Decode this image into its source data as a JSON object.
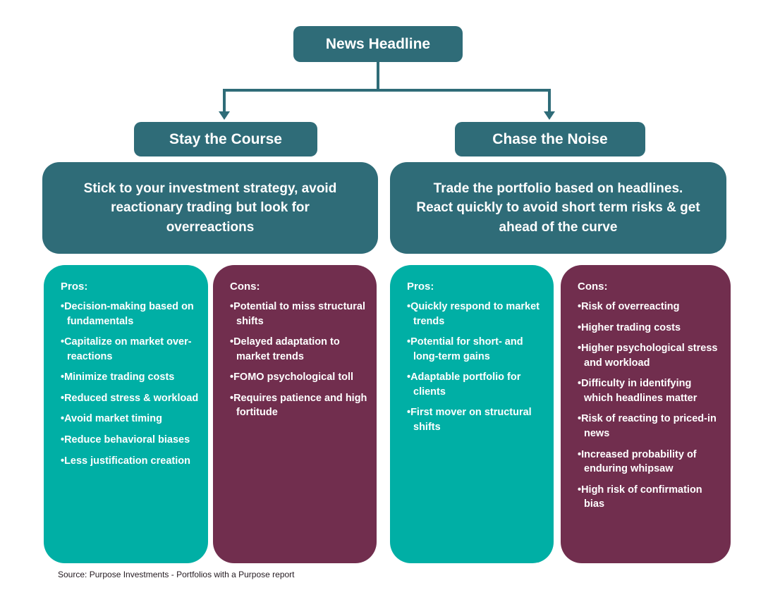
{
  "colors": {
    "header_teal": "#2F6C78",
    "pros_teal": "#00AFA5",
    "cons_maroon": "#712E4E",
    "source_text": "#231A20"
  },
  "bullet_char": "•",
  "root": {
    "title": "News Headline"
  },
  "branches": [
    {
      "header": "Stay the Course",
      "description": "Stick to your investment strategy, avoid reactionary trading but look for overreactions",
      "pros_label": "Pros:",
      "pros": [
        "Decision-making based on fundamentals",
        "Capitalize on market over-reactions",
        "Minimize trading costs",
        "Reduced stress & workload",
        "Avoid market timing",
        "Reduce behavioral biases",
        "Less justification creation"
      ],
      "cons_label": "Cons:",
      "cons": [
        "Potential to miss structural shifts",
        "Delayed adaptation to market trends",
        "FOMO psychological toll",
        "Requires patience and high fortitude"
      ]
    },
    {
      "header": "Chase the Noise",
      "description": "Trade the portfolio based on headlines. React quickly to avoid short term risks & get ahead of the curve",
      "pros_label": "Pros:",
      "pros": [
        "Quickly respond to market trends",
        "Potential for short- and long-term gains",
        "Adaptable portfolio for clients",
        "First mover on structural shifts"
      ],
      "cons_label": "Cons:",
      "cons": [
        "Risk of overreacting",
        "Higher trading costs",
        "Higher psychological stress and workload",
        "Difficulty in identifying which headlines matter",
        "Risk of reacting to priced-in news",
        "Increased probability of enduring whipsaw",
        "High risk of confirmation bias"
      ]
    }
  ],
  "source": "Source: Purpose Investments - Portfolios with a Purpose report"
}
